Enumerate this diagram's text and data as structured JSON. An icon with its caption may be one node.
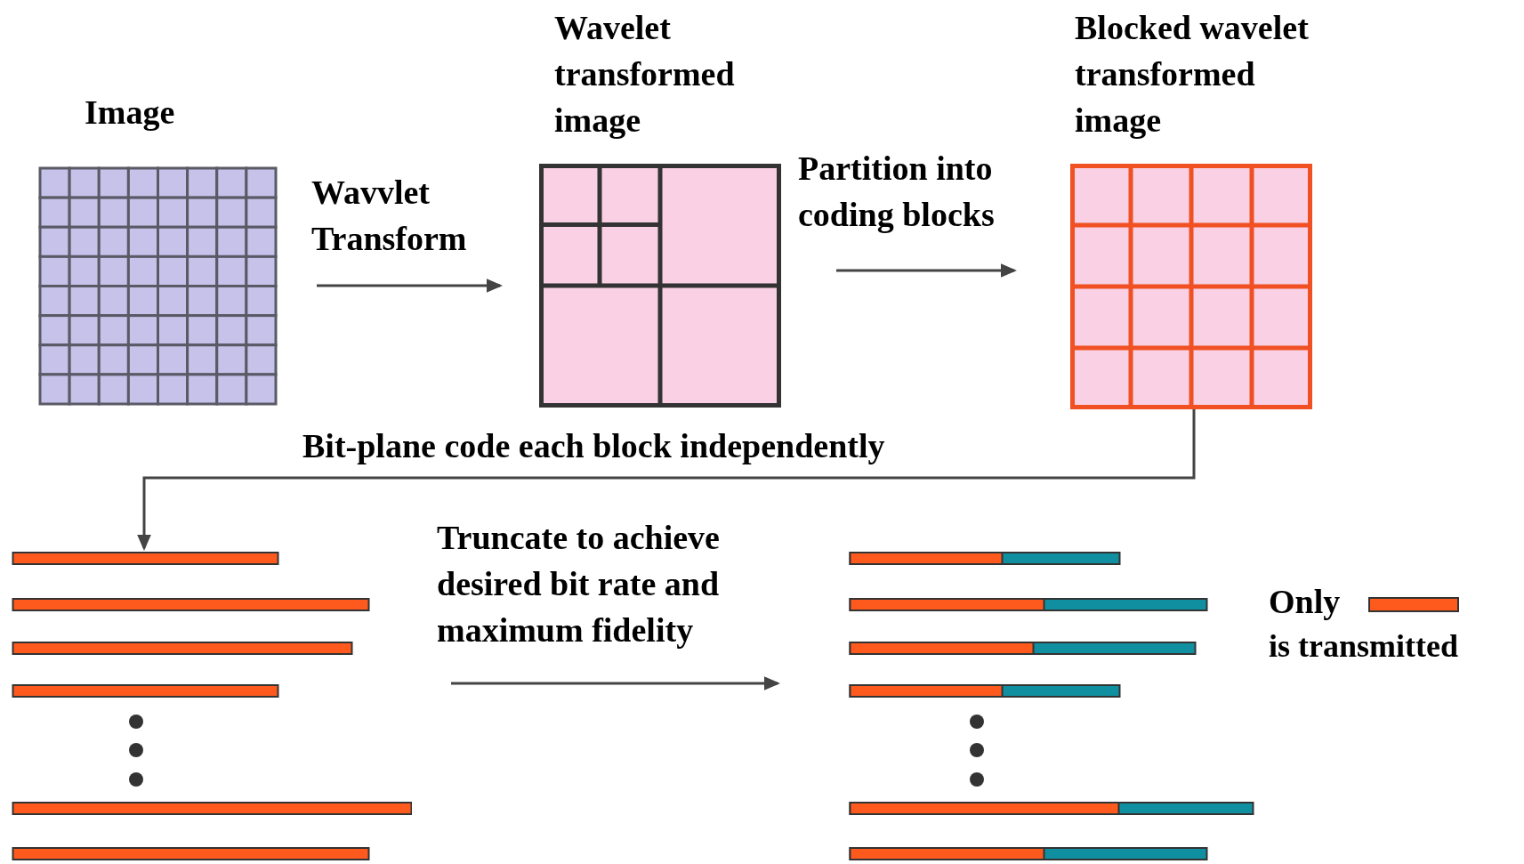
{
  "diagram": {
    "nodes": [
      {
        "text": [
          "Image"
        ]
      },
      {
        "text": [
          "Wavelet transformed image"
        ]
      },
      {
        "text": [
          "Blocked wavelet transformed image"
        ]
      },
      {
        "text": [],
        "shape": "bar"
      },
      {
        "text": [],
        "shape": "bar"
      }
    ],
    "edges": [
      {
        "from": 0,
        "to": 1,
        "arrow": "to",
        "label": "Wavvlet Transform"
      },
      {
        "from": 1,
        "to": 2,
        "arrow": "to",
        "label": "Partition into coding blocks"
      },
      {
        "from": 2,
        "to": 3,
        "arrow": "to",
        "label": "Bit-plane code each block independently"
      },
      {
        "from": 3,
        "to": 4,
        "arrow": "to",
        "label": "Truncate to achieve desired bit rate and maximum fidelity"
      }
    ],
    "labels": [
      "Only",
      "is transmitted"
    ]
  }
}
